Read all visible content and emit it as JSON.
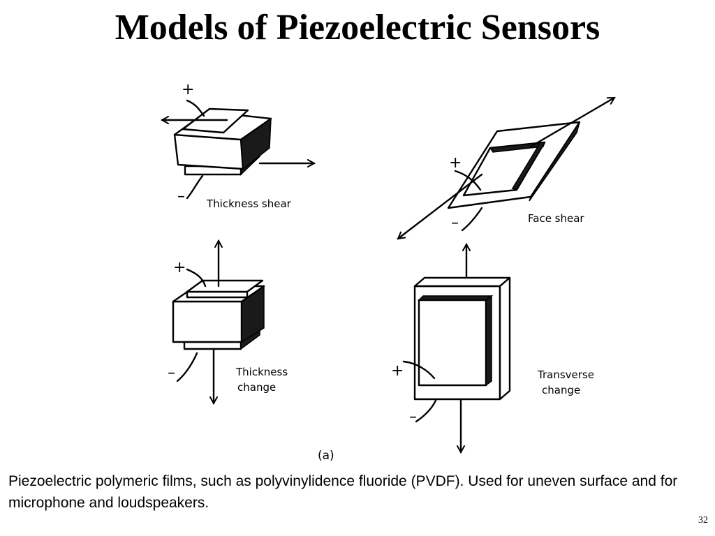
{
  "slide": {
    "title": "Models of Piezoelectric Sensors",
    "page_number": "32"
  },
  "figure": {
    "label": "(a)",
    "plus_sign": "+",
    "minus_sign": "–",
    "modes": {
      "thickness_shear": "Thickness shear",
      "face_shear": "Face shear",
      "thickness_change_line1": "Thickness",
      "thickness_change_line2": "change",
      "transverse_change_line1": "Transverse",
      "transverse_change_line2": "change"
    }
  },
  "caption": "Piezoelectric polymeric films, such as polyvinylidence fluoride (PVDF). Used for uneven surface and for microphone and loudspeakers."
}
